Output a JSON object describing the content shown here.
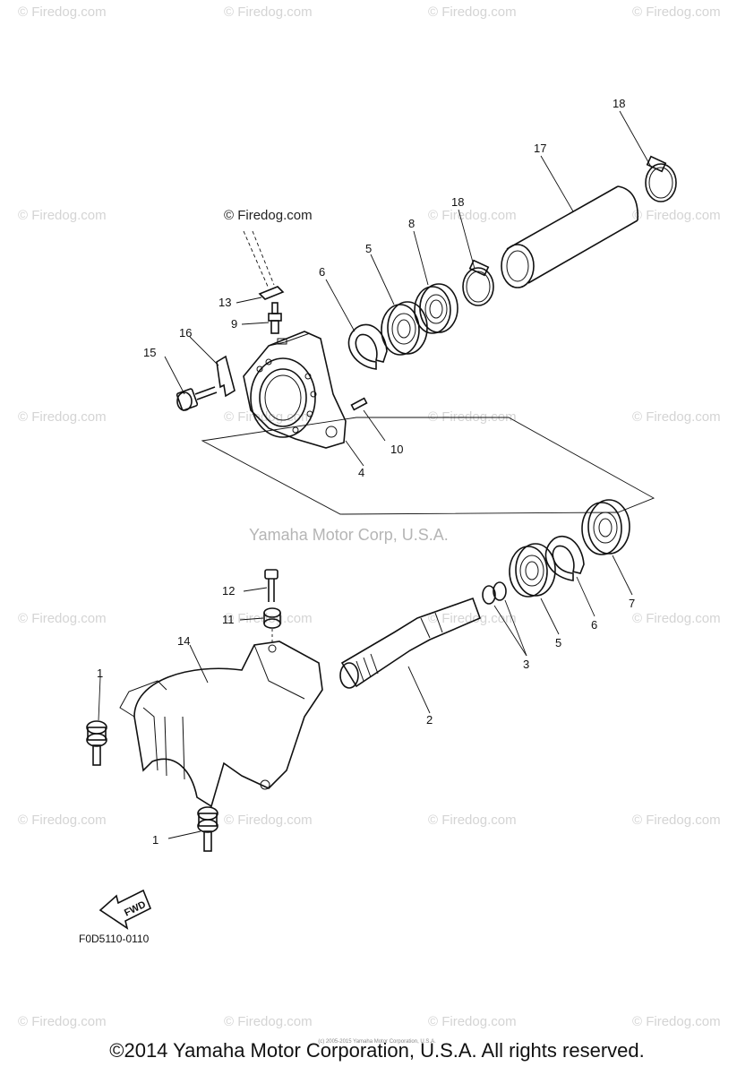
{
  "watermark": "© Firedog.com",
  "top_watermark": "© Firedog.com",
  "center_watermark": "Yamaha Motor Corp, U.S.A.",
  "diagram_code": "F0D5110-0110",
  "fwd_label": "FWD",
  "copyright": "©2014 Yamaha Motor Corporation, U.S.A. All rights reserved.",
  "tiny_copyright": "(c) 2005-2015 Yamaha Motor Corporation, U.S.A.",
  "callouts": {
    "c1a": "1",
    "c1b": "1",
    "c2": "2",
    "c3": "3",
    "c4": "4",
    "c5a": "5",
    "c5b": "5",
    "c6a": "6",
    "c6b": "6",
    "c7": "7",
    "c8": "8",
    "c9": "9",
    "c10": "10",
    "c11": "11",
    "c12": "12",
    "c13": "13",
    "c14": "14",
    "c15": "15",
    "c16": "16",
    "c17": "17",
    "c18a": "18",
    "c18b": "18"
  }
}
